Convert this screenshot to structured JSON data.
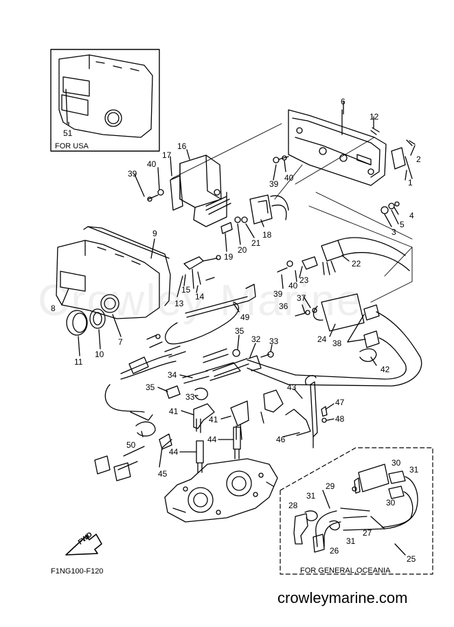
{
  "diagram": {
    "figure_code": "F1NG100-F120",
    "inset_usa_label": "FOR USA",
    "inset_general_label": "FOR GENERAL,OCEANIA",
    "fwd_arrow_label": "FWD",
    "watermark_text": "Crowley Marine",
    "site_url": "crowleymarine.com",
    "part_numbers": [
      "51",
      "6",
      "12",
      "2",
      "1",
      "16",
      "17",
      "40",
      "39",
      "39",
      "40",
      "4",
      "5",
      "3",
      "9",
      "18",
      "21",
      "20",
      "19",
      "22",
      "15",
      "14",
      "13",
      "8",
      "40",
      "23",
      "39",
      "37",
      "36",
      "49",
      "24",
      "11",
      "10",
      "7",
      "35",
      "32",
      "33",
      "38",
      "42",
      "34",
      "35",
      "33",
      "43",
      "47",
      "48",
      "41",
      "41",
      "46",
      "50",
      "44",
      "44",
      "45",
      "30",
      "31",
      "29",
      "31",
      "30",
      "28",
      "27",
      "31",
      "26",
      "25"
    ]
  },
  "colors": {
    "line": "#000000",
    "background": "#ffffff"
  }
}
